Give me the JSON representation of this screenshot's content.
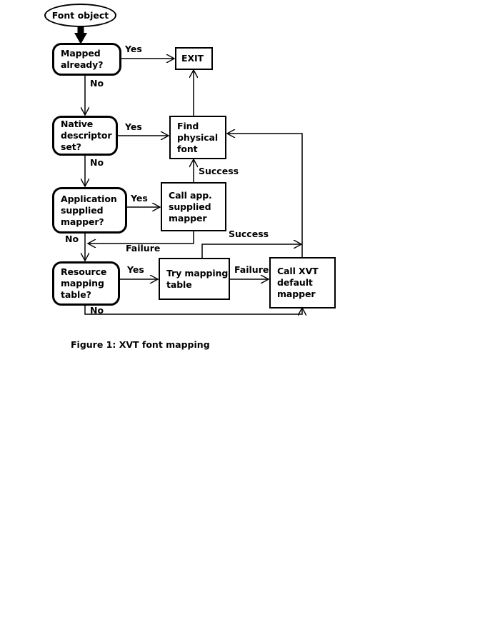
{
  "figure": {
    "caption": "Figure 1: XVT font mapping",
    "type": "flowchart",
    "title": "XVT font mapping"
  },
  "nodes": {
    "start": {
      "label": "Font object",
      "shape": "ellipse"
    },
    "mapped_already": {
      "label": "Mapped\nalready?",
      "shape": "rounded-rect"
    },
    "exit": {
      "label": "EXIT",
      "shape": "rect"
    },
    "native_descriptor": {
      "label": "Native\ndescriptor\nset?",
      "shape": "rounded-rect"
    },
    "find_physical_font": {
      "label": "Find\nphysical\nfont",
      "shape": "rect"
    },
    "application_supplied": {
      "label": "Application\nsupplied\nmapper?",
      "shape": "rounded-rect"
    },
    "call_app_mapper": {
      "label": "Call app.\nsupplied\nmapper",
      "shape": "rect"
    },
    "resource_mapping": {
      "label": "Resource\nmapping\ntable?",
      "shape": "rounded-rect"
    },
    "try_mapping_table": {
      "label": "Try mapping\ntable",
      "shape": "rect"
    },
    "call_xvt_default": {
      "label": "Call XVT\ndefault\nmapper",
      "shape": "rect"
    }
  },
  "edge_labels": {
    "mapped_yes": "Yes",
    "mapped_no": "No",
    "native_yes": "Yes",
    "native_no": "No",
    "find_success": "Success",
    "app_yes": "Yes",
    "app_no": "No",
    "app_failure": "Failure",
    "resource_yes": "Yes",
    "resource_no": "No",
    "try_success": "Success",
    "try_failure": "Failure"
  },
  "colors": {
    "stroke": "#000000",
    "background": "#ffffff",
    "text": "#000000"
  }
}
